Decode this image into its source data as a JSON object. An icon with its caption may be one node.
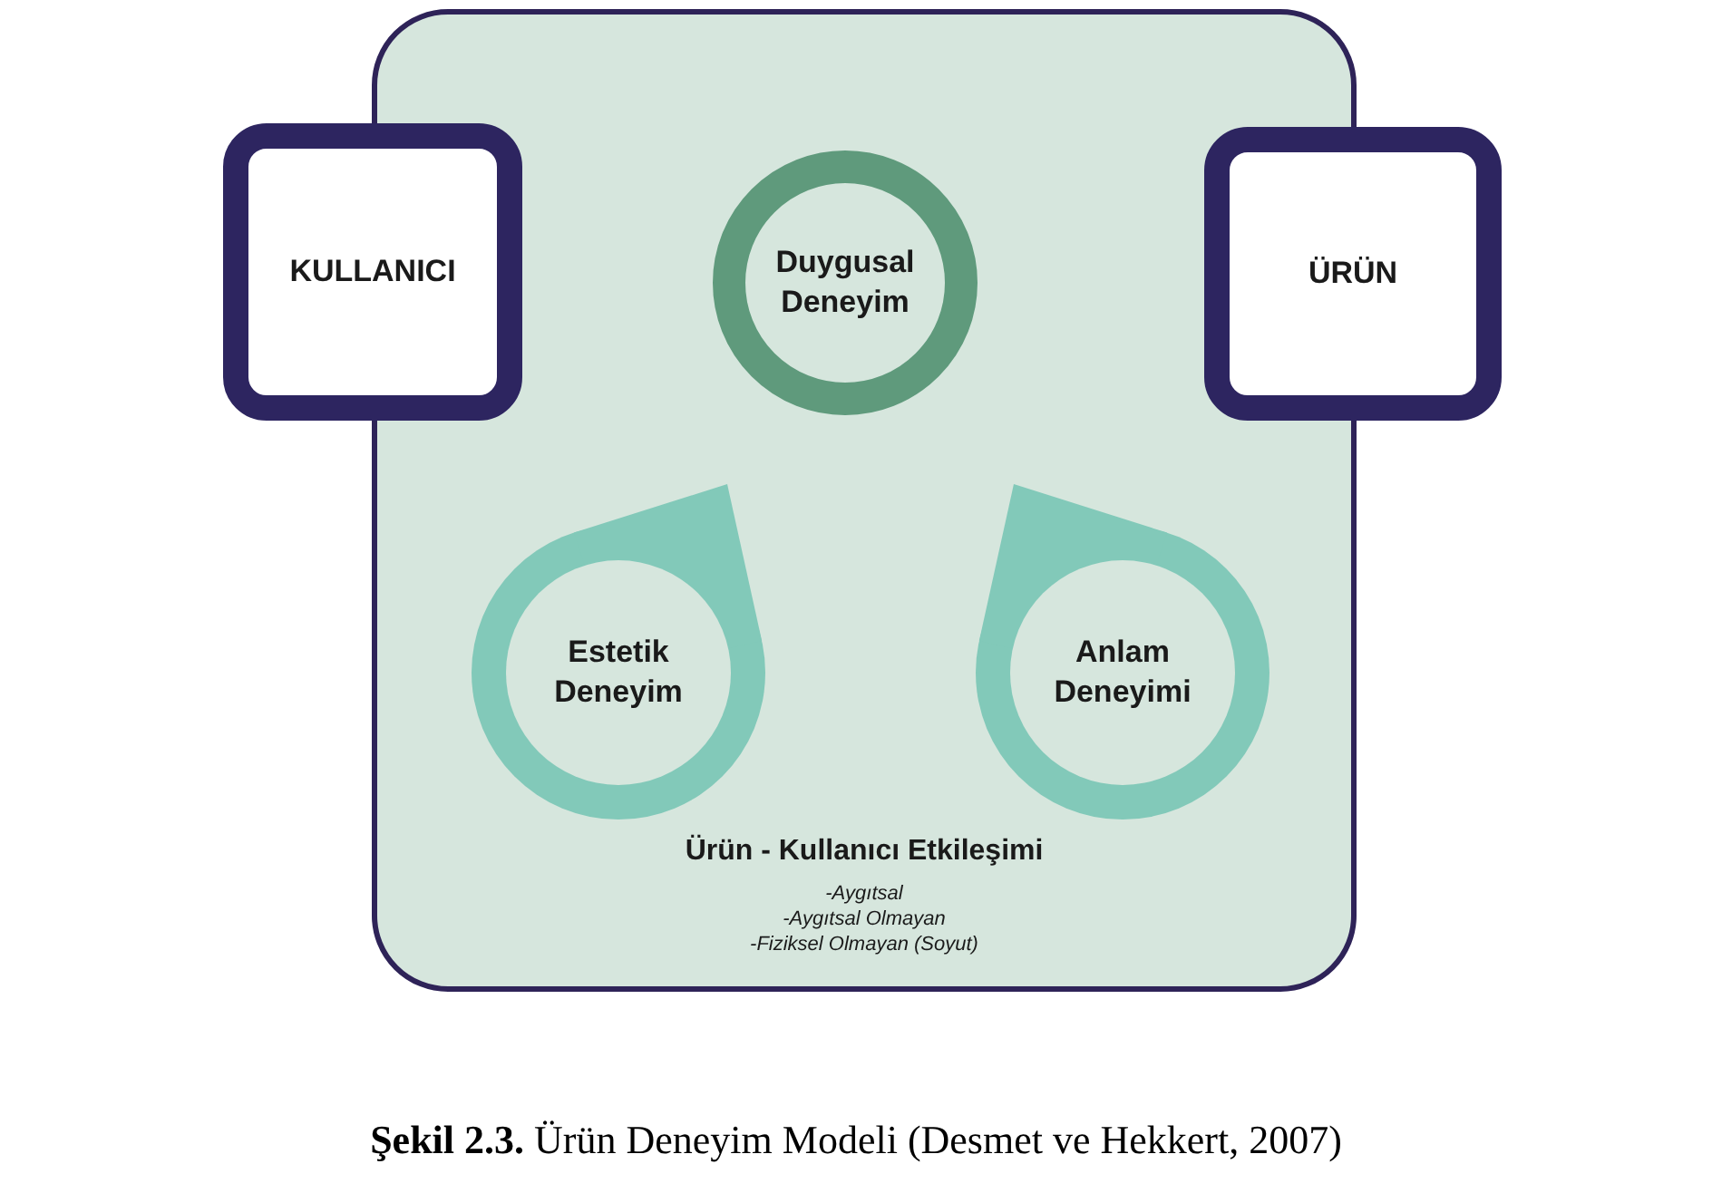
{
  "diagram": {
    "caption": "**Şekil 2.3.** Ürün Deneyim Modeli (Desmet ve Hekkert, 2007)",
    "nodes": [
      {
        "text": [
          "Ürün - Kullanıcı Etkileşimi",
          "-Aygıtsal",
          "-Aygıtsal Olmayan",
          "-Fiziksel Olmayan (Soyut)"
        ]
      },
      {
        "text": [
          "KULLANICI"
        ]
      },
      {
        "text": [
          "ÜRÜN"
        ]
      },
      {
        "text": [
          "Duygusal Deneyim"
        ],
        "in": 0
      },
      {
        "text": [
          "Estetik Deneyim"
        ],
        "in": 0
      },
      {
        "text": [
          "Anlam Deneyimi"
        ],
        "in": 0
      }
    ]
  }
}
